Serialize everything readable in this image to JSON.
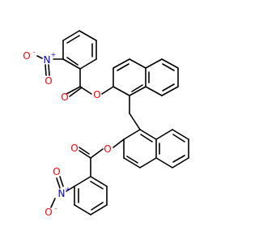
{
  "molecule": {
    "atoms": {
      "o_top_nitro_minus": "O",
      "o_top_nitro_minus_charge": "-",
      "n_top_nitro": "N",
      "n_top_nitro_charge": "+",
      "o_top_nitro_double": "O",
      "o_top_ester_carbonyl": "O",
      "o_top_ester_link": "O",
      "o_bottom_ester_link": "O",
      "o_bottom_ester_carbonyl": "O",
      "n_bottom_nitro": "N",
      "n_bottom_nitro_charge": "+",
      "o_bottom_nitro_minus": "O",
      "o_bottom_nitro_minus_charge": "-",
      "o_bottom_nitro_double": "O"
    },
    "colors": {
      "bond": "#000000",
      "oxygen": "#ff0000",
      "nitrogen": "#0000ff",
      "background": "#ffffff"
    }
  }
}
